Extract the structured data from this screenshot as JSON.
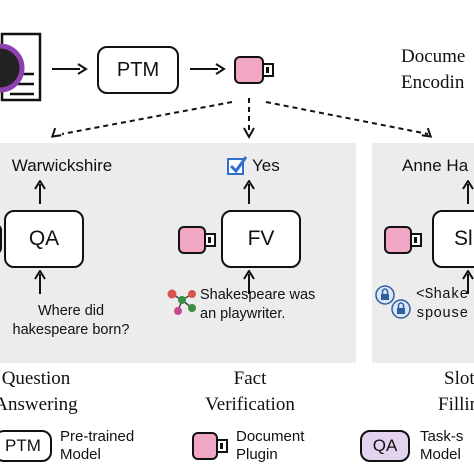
{
  "top": {
    "ptm_label": "PTM",
    "doc_encoding_line1": "Docume",
    "doc_encoding_line2": "Encodin"
  },
  "panels": [
    {
      "answer": "Warwickshire",
      "module": "QA",
      "question_line1": "Where did",
      "question_line2": "hakespeare born?",
      "caption_line1": "Question",
      "caption_line2": "Answering"
    },
    {
      "answer": "Yes",
      "module": "FV",
      "claim_line1": "Shakespeare was",
      "claim_line2": "an playwriter.",
      "caption_line1": "Fact",
      "caption_line2": "Verification"
    },
    {
      "answer": "Anne Ha",
      "module": "Sl",
      "input_line1": "<Shake",
      "input_line2": "spouse",
      "caption_line1": "Slot",
      "caption_line2": "Fillin"
    }
  ],
  "legend": {
    "ptm_box": "PTM",
    "ptm_line1": "Pre-trained",
    "ptm_line2": "Model",
    "plugin_line1": "Document",
    "plugin_line2": "Plugin",
    "qa_box": "QA",
    "task_line1": "Task-s",
    "task_line2": "Model"
  },
  "colors": {
    "plugin_pink": "#f2a6c6",
    "panel_gray": "#ececec",
    "avatar_purple": "#8e3fb0",
    "check_blue": "#2f6fcf"
  },
  "icons": [
    "document-icon",
    "arrow-icon",
    "plugin-icon",
    "checkbox-icon",
    "molecule-icon",
    "lock-icon"
  ]
}
